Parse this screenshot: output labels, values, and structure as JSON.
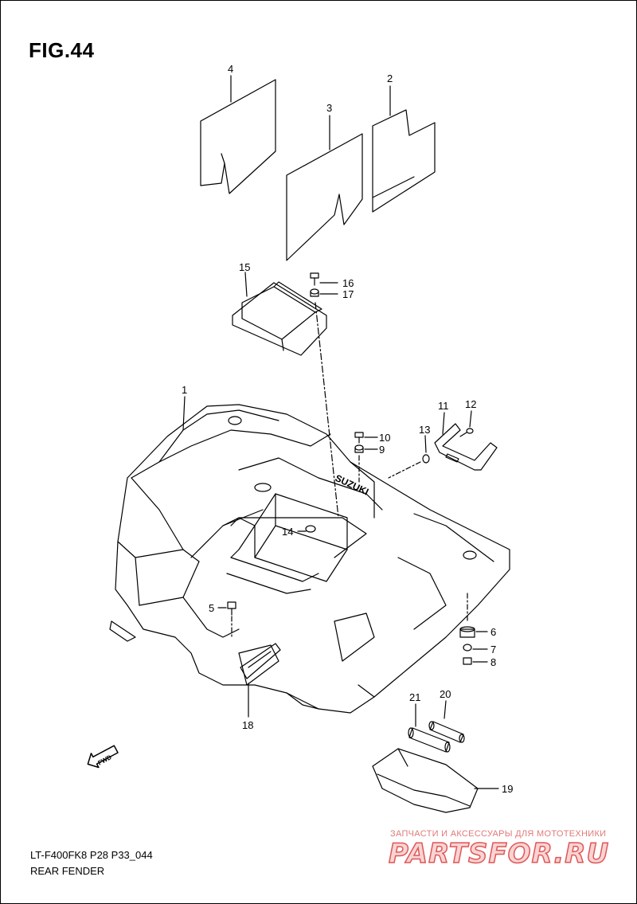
{
  "figure": {
    "title": "FIG.44"
  },
  "footer": {
    "code": "LT-F400FK8 P28 P33_044",
    "name": "REAR FENDER"
  },
  "fwd_label": "FWD",
  "logo_text": "SUZUKI",
  "callouts": [
    "1",
    "2",
    "3",
    "4",
    "5",
    "6",
    "7",
    "8",
    "9",
    "10",
    "11",
    "12",
    "13",
    "14",
    "15",
    "16",
    "17",
    "18",
    "19",
    "20",
    "21"
  ],
  "watermark": {
    "tagline": "ЗАПЧАСТИ И АКСЕССУАРЫ ДЛЯ МОТОТЕХНИКИ",
    "logo": "PARTSFOR.RU"
  }
}
